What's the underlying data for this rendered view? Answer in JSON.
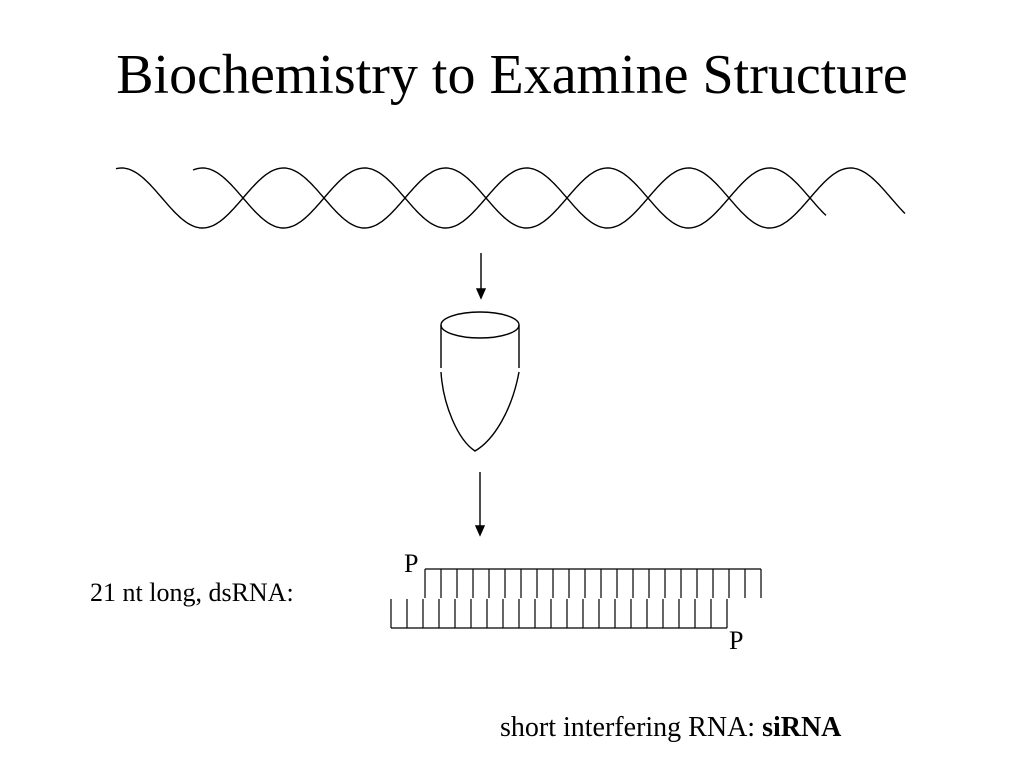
{
  "title": "Biochemistry to Examine Structure",
  "dsrna": {
    "label": "21 nt long, dsRNA:",
    "top_phosphate": "P",
    "bottom_phosphate": "P"
  },
  "footer": {
    "prefix": "short interfering RNA: ",
    "term": "siRNA"
  },
  "icons": [
    "double-helix-icon",
    "arrow-down-icon",
    "test-tube-icon",
    "sirna-duplex-icon"
  ]
}
